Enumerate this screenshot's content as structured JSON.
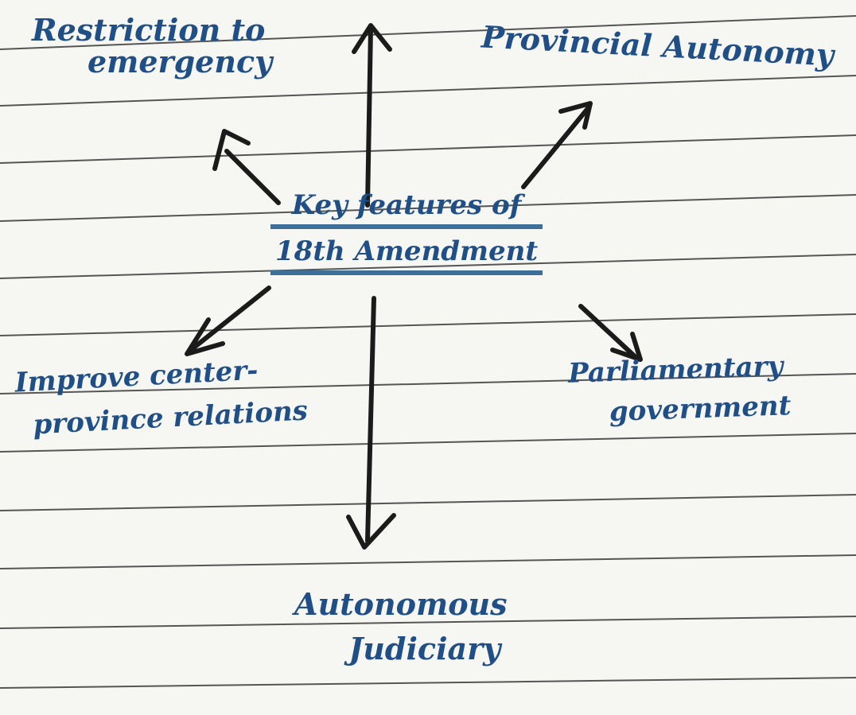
{
  "center": {
    "line1": "Key features of",
    "line2": "18th Amendment"
  },
  "branches": {
    "top_left": {
      "line1": "Restriction to",
      "line2": "emergency"
    },
    "top_right": {
      "line1": "Provincial Autonomy"
    },
    "middle_left": {
      "line1": "Improve center-",
      "line2": "province relations"
    },
    "middle_right": {
      "line1": "Parliamentary",
      "line2": "government"
    },
    "bottom": {
      "line1": "Autonomous",
      "line2": "Judiciary"
    }
  },
  "colors": {
    "ink": "#1f4f86",
    "arrow": "#1b1b1b",
    "rule_line": "#2a2a2a",
    "paper": "#f6f6f2"
  }
}
